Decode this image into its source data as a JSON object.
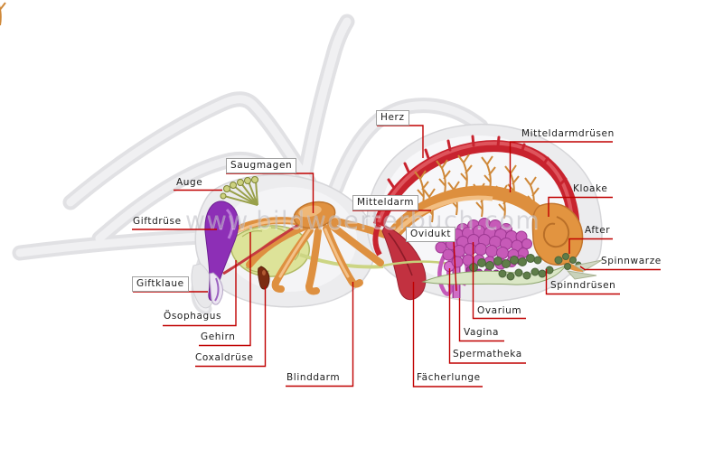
{
  "watermark": "www.bildwoerterbuch.com",
  "labels": {
    "herz": "Herz",
    "mitteldarmdruesen": "Mitteldarmdrüsen",
    "kloake": "Kloake",
    "after": "After",
    "spinnwarze": "Spinnwarze",
    "spinndruesen": "Spinndrüsen",
    "ovarium": "Ovarium",
    "vagina": "Vagina",
    "spermatheka": "Spermatheka",
    "faecherlunge": "Fächerlunge",
    "blinddarm": "Blinddarm",
    "coxaldruese": "Coxaldrüse",
    "gehirn": "Gehirn",
    "oesophagus": "Ösophagus",
    "giftklaue": "Giftklaue",
    "giftdruese": "Giftdrüse",
    "auge": "Auge",
    "saugmagen": "Saugmagen",
    "mitteldarm": "Mitteldarm",
    "ovidukt": "Ovidukt"
  }
}
